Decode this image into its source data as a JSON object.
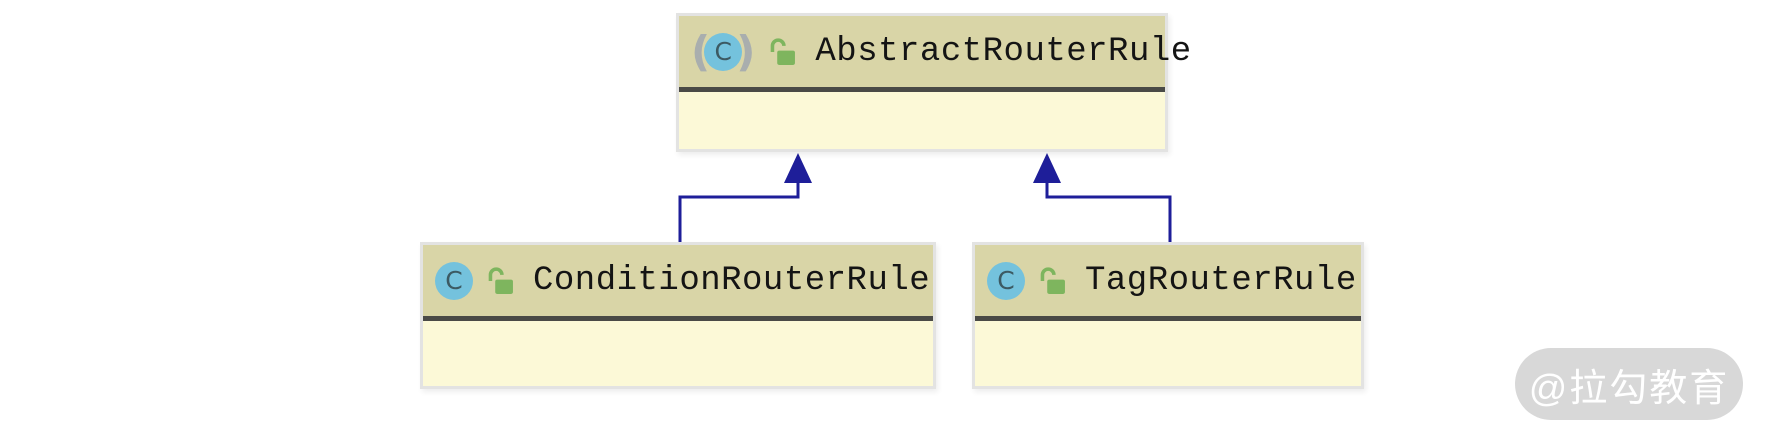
{
  "diagram": {
    "type": "uml-class-diagram",
    "classes": [
      {
        "id": "abstract-router-rule",
        "name": "AbstractRouterRule",
        "abstract": true,
        "visibility": "public",
        "icon": "abstract-class-icon",
        "lock_icon": "public-unlocked-icon"
      },
      {
        "id": "condition-router-rule",
        "name": "ConditionRouterRule",
        "abstract": false,
        "visibility": "public",
        "icon": "class-icon",
        "lock_icon": "public-unlocked-icon"
      },
      {
        "id": "tag-router-rule",
        "name": "TagRouterRule",
        "abstract": false,
        "visibility": "public",
        "icon": "class-icon",
        "lock_icon": "public-unlocked-icon"
      }
    ],
    "relations": [
      {
        "from": "ConditionRouterRule",
        "to": "AbstractRouterRule",
        "type": "extends"
      },
      {
        "from": "TagRouterRule",
        "to": "AbstractRouterRule",
        "type": "extends"
      }
    ],
    "icons": {
      "class_letter": "C",
      "abstract_paren_left": "(",
      "abstract_paren_right": ")"
    },
    "colors": {
      "header_bg": "#d9d5a7",
      "body_bg": "#fcf9d7",
      "border": "#e3e3e2",
      "separator": "#4a4a46",
      "connector": "#1e1e99",
      "class_icon_bg": "#74c2dd",
      "icon_letter": "#3c5a63",
      "paren": "#a9aeae",
      "lock_green": "#7eb55e",
      "watermark_bg": "#d8d8d8",
      "watermark_text": "#ffffff"
    }
  },
  "watermark": {
    "label": "@拉勾教育"
  }
}
